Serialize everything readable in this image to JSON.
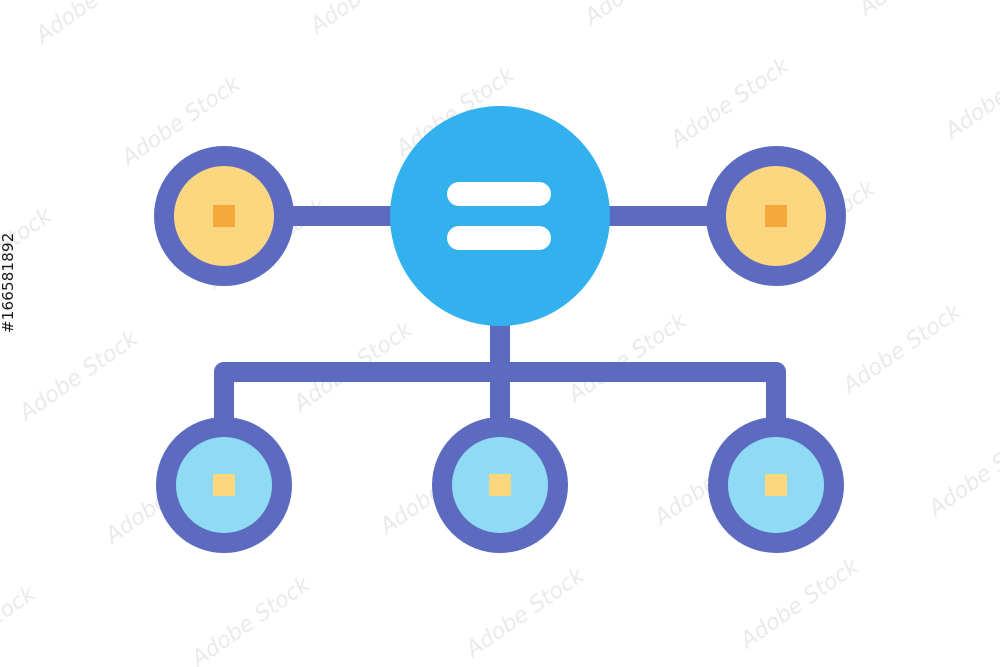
{
  "colors": {
    "background": "#ffffff",
    "outline": "#5c6bc0",
    "hub_fill": "#33b1ee",
    "hub_glyph": "#ffffff",
    "side_node_fill": "#fcd77f",
    "side_node_center": "#f6a93b",
    "child_node_fill": "#8fdbf6",
    "child_node_center": "#fcd77f",
    "watermark": "#e6e6e6"
  },
  "icons": {
    "hub": "equals-icon",
    "node_center": "square-icon"
  },
  "watermark": {
    "text": "Adobe Stock",
    "id_text": "#166581892"
  },
  "diagram": {
    "hub": {
      "name": "hub-node"
    },
    "side_nodes": [
      {
        "name": "left-node"
      },
      {
        "name": "right-node"
      }
    ],
    "child_nodes": [
      {
        "name": "child-node-left"
      },
      {
        "name": "child-node-center"
      },
      {
        "name": "child-node-right"
      }
    ]
  }
}
